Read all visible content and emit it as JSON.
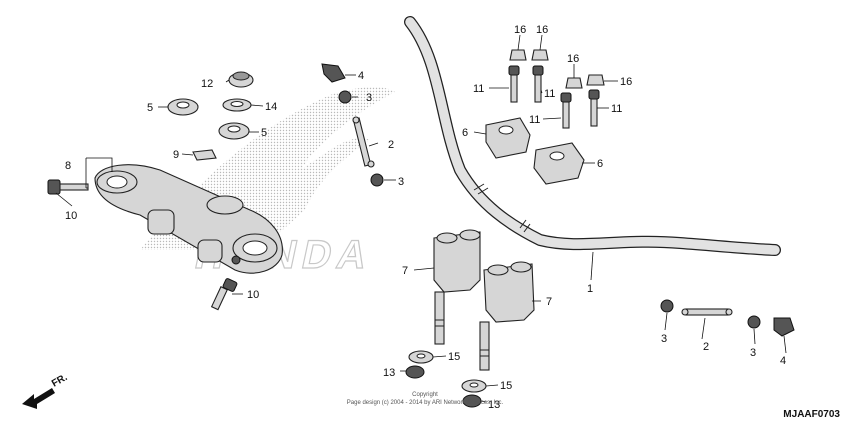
{
  "diagram": {
    "watermark_text": "HONDA",
    "diagram_code": "MJAAF0703",
    "direction_label": "FR.",
    "copyright_line1": "Copyright",
    "copyright_line2": "Page design (c) 2004 - 2014 by ARI Network Services, Inc.",
    "callouts": [
      {
        "id": "c1",
        "text": "1"
      },
      {
        "id": "c2a",
        "text": "2"
      },
      {
        "id": "c2b",
        "text": "2"
      },
      {
        "id": "c3a",
        "text": "3"
      },
      {
        "id": "c3b",
        "text": "3"
      },
      {
        "id": "c3c",
        "text": "3"
      },
      {
        "id": "c3d",
        "text": "3"
      },
      {
        "id": "c4a",
        "text": "4"
      },
      {
        "id": "c4b",
        "text": "4"
      },
      {
        "id": "c5a",
        "text": "5"
      },
      {
        "id": "c5b",
        "text": "5"
      },
      {
        "id": "c6a",
        "text": "6"
      },
      {
        "id": "c6b",
        "text": "6"
      },
      {
        "id": "c7a",
        "text": "7"
      },
      {
        "id": "c7b",
        "text": "7"
      },
      {
        "id": "c8",
        "text": "8"
      },
      {
        "id": "c9",
        "text": "9"
      },
      {
        "id": "c10a",
        "text": "10"
      },
      {
        "id": "c10b",
        "text": "10"
      },
      {
        "id": "c11a",
        "text": "11"
      },
      {
        "id": "c11b",
        "text": "11"
      },
      {
        "id": "c11c",
        "text": "11"
      },
      {
        "id": "c11d",
        "text": "11"
      },
      {
        "id": "c12",
        "text": "12"
      },
      {
        "id": "c13a",
        "text": "13"
      },
      {
        "id": "c13b",
        "text": "13"
      },
      {
        "id": "c14",
        "text": "14"
      },
      {
        "id": "c15a",
        "text": "15"
      },
      {
        "id": "c15b",
        "text": "15"
      },
      {
        "id": "c16a",
        "text": "16"
      },
      {
        "id": "c16b",
        "text": "16"
      },
      {
        "id": "c16c",
        "text": "16"
      },
      {
        "id": "c16d",
        "text": "16"
      }
    ]
  }
}
